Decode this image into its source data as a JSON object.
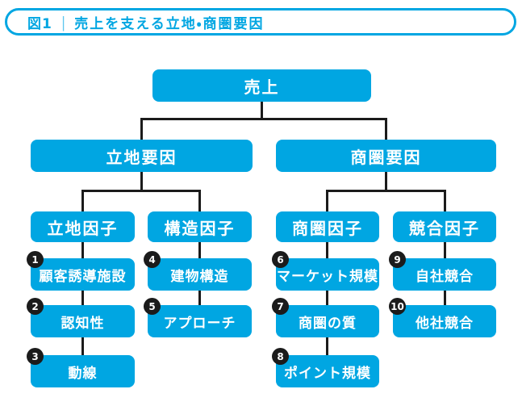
{
  "colors": {
    "accent": "#00a6e2",
    "line": "#1b1b1b",
    "node_text": "#ffffff",
    "badge_bg": "#1b1b1b",
    "badge_text": "#ffffff"
  },
  "header": {
    "figure_label": "図1",
    "separator": "|",
    "title": "売上を支える立地・商圏要因"
  },
  "tree": {
    "root": {
      "label": "売上"
    },
    "branches": [
      {
        "label": "立地要因",
        "children": [
          {
            "label": "立地因子",
            "items": [
              {
                "num": "1",
                "label": "顧客誘導施設"
              },
              {
                "num": "2",
                "label": "認知性"
              },
              {
                "num": "3",
                "label": "動線"
              }
            ]
          },
          {
            "label": "構造因子",
            "items": [
              {
                "num": "4",
                "label": "建物構造"
              },
              {
                "num": "5",
                "label": "アプローチ"
              }
            ]
          }
        ]
      },
      {
        "label": "商圏要因",
        "children": [
          {
            "label": "商圏因子",
            "items": [
              {
                "num": "6",
                "label": "マーケット規模"
              },
              {
                "num": "7",
                "label": "商圏の質"
              },
              {
                "num": "8",
                "label": "ポイント規模"
              }
            ]
          },
          {
            "label": "競合因子",
            "items": [
              {
                "num": "9",
                "label": "自社競合"
              },
              {
                "num": "10",
                "label": "他社競合"
              }
            ]
          }
        ]
      }
    ]
  }
}
